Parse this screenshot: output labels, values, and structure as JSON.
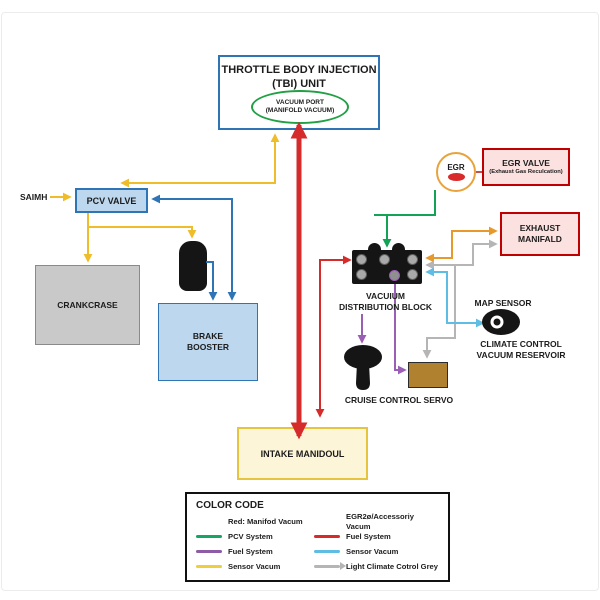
{
  "colors": {
    "manifold_red": "#d62b2b",
    "pcv_green": "#14a356",
    "fuel_purple": "#9a5fb5",
    "sensor_yellow": "#efbd2a",
    "egr_orange": "#e8992b",
    "sensor_lightblue": "#5fbde4",
    "climate_gray": "#b5b5b5",
    "vacuum_blue": "#2f75b5",
    "box_pink": "#fbe2e0",
    "box_red_border": "#c00000",
    "box_lightblue": "#bdd7ee",
    "intake_cream": "#fdf5d7"
  },
  "tbi": {
    "title_l1": "THROTTLE BODY INJECTION",
    "title_l2": "(TBI) UNIT",
    "port_l1": "VACUUM PORT",
    "port_l2": "(MANIFOLD VACUUM)"
  },
  "labels": {
    "saimh": "SAIMH",
    "pcv_valve": "PCV VALVE",
    "crankcase": "CRANKCRASE",
    "brake_booster_l1": "BRAKE",
    "brake_booster_l2": "BOOSTER",
    "vdb_l1": "VACUIUM",
    "vdb_l2": "DISTRIBUTION BLOCK",
    "egr_abbr": "EGR",
    "egr_valve_l1": "EGR VALVE",
    "egr_valve_l2": "(Exhaust Gas Reculcation)",
    "exhaust_l1": "EXHAUST",
    "exhaust_l2": "MANIFALD",
    "map_sensor": "MAP SENSOR",
    "climate_l1": "CLIMATE CONTROL",
    "climate_l2": "VACUUM RESERVOIR",
    "cruise": "CRUISE CONTROL SERVO",
    "intake": "INTAKE MANIDOUL"
  },
  "legend": {
    "title": "COLOR CODE",
    "left": [
      {
        "swatch": "none",
        "label": "Red: Manifod Vacum"
      },
      {
        "swatch": "green",
        "label": "PCV System"
      },
      {
        "swatch": "purple",
        "label": "Fuel System"
      },
      {
        "swatch": "yellow",
        "label": "Sensor Vacum"
      }
    ],
    "right": [
      {
        "swatch": "none",
        "label": "EGR2ø/Accessoriy Vacum"
      },
      {
        "swatch": "red",
        "label": "Fuel System"
      },
      {
        "swatch": "lightblue",
        "label": "Sensor Vacum"
      },
      {
        "swatch": "grayarrow",
        "label": "Light Climate Cotrol Grey"
      }
    ]
  }
}
